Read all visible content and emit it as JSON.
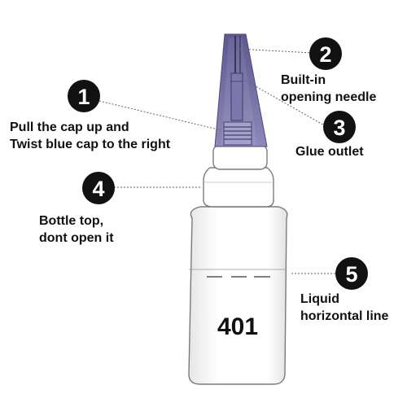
{
  "callouts": [
    {
      "number": "1",
      "lines": [
        "Pull the cap up and",
        "Twist blue cap to the right"
      ]
    },
    {
      "number": "2",
      "lines": [
        "Built-in",
        "opening needle"
      ]
    },
    {
      "number": "3",
      "lines": [
        "Glue outlet"
      ]
    },
    {
      "number": "4",
      "lines": [
        "Bottle top,",
        "dont open it"
      ]
    },
    {
      "number": "5",
      "lines": [
        "Liquid",
        "horizontal line"
      ]
    }
  ],
  "bottle": {
    "label": "401"
  },
  "colors": {
    "marker": "#111111",
    "leader": "#666666",
    "cap_top": "#5f5a8c",
    "cap_bottom": "#8580b2",
    "outline": "#7a7a7a"
  }
}
